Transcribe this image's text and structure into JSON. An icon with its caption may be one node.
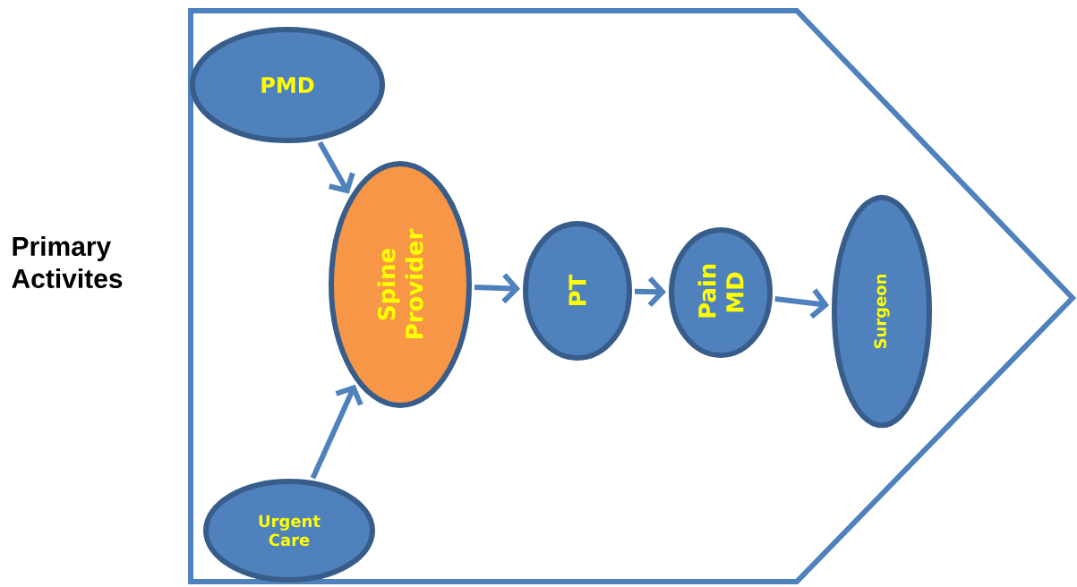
{
  "diagram": {
    "nodes": [
      {
        "text": [
          "Primary Activites"
        ]
      },
      {
        "text": [
          "PMD"
        ],
        "in": 0
      },
      {
        "text": [
          "Spine Provider"
        ],
        "in": 0
      },
      {
        "text": [
          "Urgent Care"
        ],
        "in": 0
      },
      {
        "text": [
          "PT"
        ],
        "in": 0
      },
      {
        "text": [
          "Pain MD"
        ],
        "in": 0
      },
      {
        "text": [
          "Surgeon"
        ],
        "in": 0
      }
    ],
    "edges": [
      {
        "from": 1,
        "to": 2,
        "arrow": "to"
      },
      {
        "from": 3,
        "to": 2,
        "arrow": "to"
      },
      {
        "from": 2,
        "to": 4,
        "arrow": "to"
      },
      {
        "from": 4,
        "to": 5,
        "arrow": "to"
      },
      {
        "from": 5,
        "to": 6,
        "arrow": "to"
      }
    ]
  }
}
